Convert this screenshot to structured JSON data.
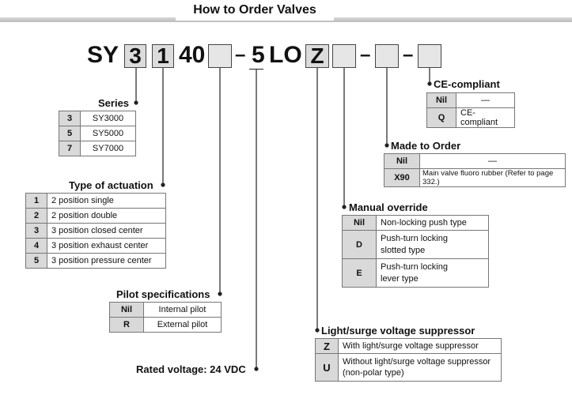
{
  "title": "How to Order Valves",
  "code": {
    "prefix": "SY",
    "series_value": "3",
    "actuation_value": "1",
    "port": "40",
    "dash1": "–",
    "voltage_value": "5",
    "lo": "LO",
    "suppressor_value": "Z",
    "dash2": "–",
    "dash3": "–"
  },
  "series": {
    "label": "Series",
    "rows": [
      {
        "key": "3",
        "value": "SY3000"
      },
      {
        "key": "5",
        "value": "SY5000"
      },
      {
        "key": "7",
        "value": "SY7000"
      }
    ]
  },
  "actuation": {
    "label": "Type of actuation",
    "rows": [
      {
        "key": "1",
        "value": "2 position single"
      },
      {
        "key": "2",
        "value": "2 position double"
      },
      {
        "key": "3",
        "value": "3 position closed center"
      },
      {
        "key": "4",
        "value": "3 position exhaust center"
      },
      {
        "key": "5",
        "value": "3 position pressure center"
      }
    ]
  },
  "pilot": {
    "label": "Pilot specifications",
    "rows": [
      {
        "key": "Nil",
        "value": "Internal pilot"
      },
      {
        "key": "R",
        "value": "External pilot"
      }
    ]
  },
  "voltage": {
    "label": "Rated voltage: 24 VDC"
  },
  "suppressor": {
    "label": "Light/surge voltage suppressor",
    "rows": [
      {
        "key": "Z",
        "value": "With light/surge voltage suppressor"
      },
      {
        "key": "U",
        "value_line1": "Without light/surge voltage suppressor",
        "value_line2": "(non-polar type)"
      }
    ]
  },
  "override": {
    "label": "Manual override",
    "rows": [
      {
        "key": "Nil",
        "value": "Non-locking push type"
      },
      {
        "key": "D",
        "value_line1": "Push-turn locking",
        "value_line2": "slotted type"
      },
      {
        "key": "E",
        "value_line1": "Push-turn locking",
        "value_line2": "lever type"
      }
    ]
  },
  "made_to_order": {
    "label": "Made to Order",
    "rows": [
      {
        "key": "Nil",
        "value": "—"
      },
      {
        "key": "X90",
        "value": "Main valve fluoro rubber (Refer to page 332.)"
      }
    ]
  },
  "ce": {
    "label": "CE-compliant",
    "rows": [
      {
        "key": "Nil",
        "value": "—"
      },
      {
        "key": "Q",
        "value": "CE-compliant"
      }
    ]
  }
}
